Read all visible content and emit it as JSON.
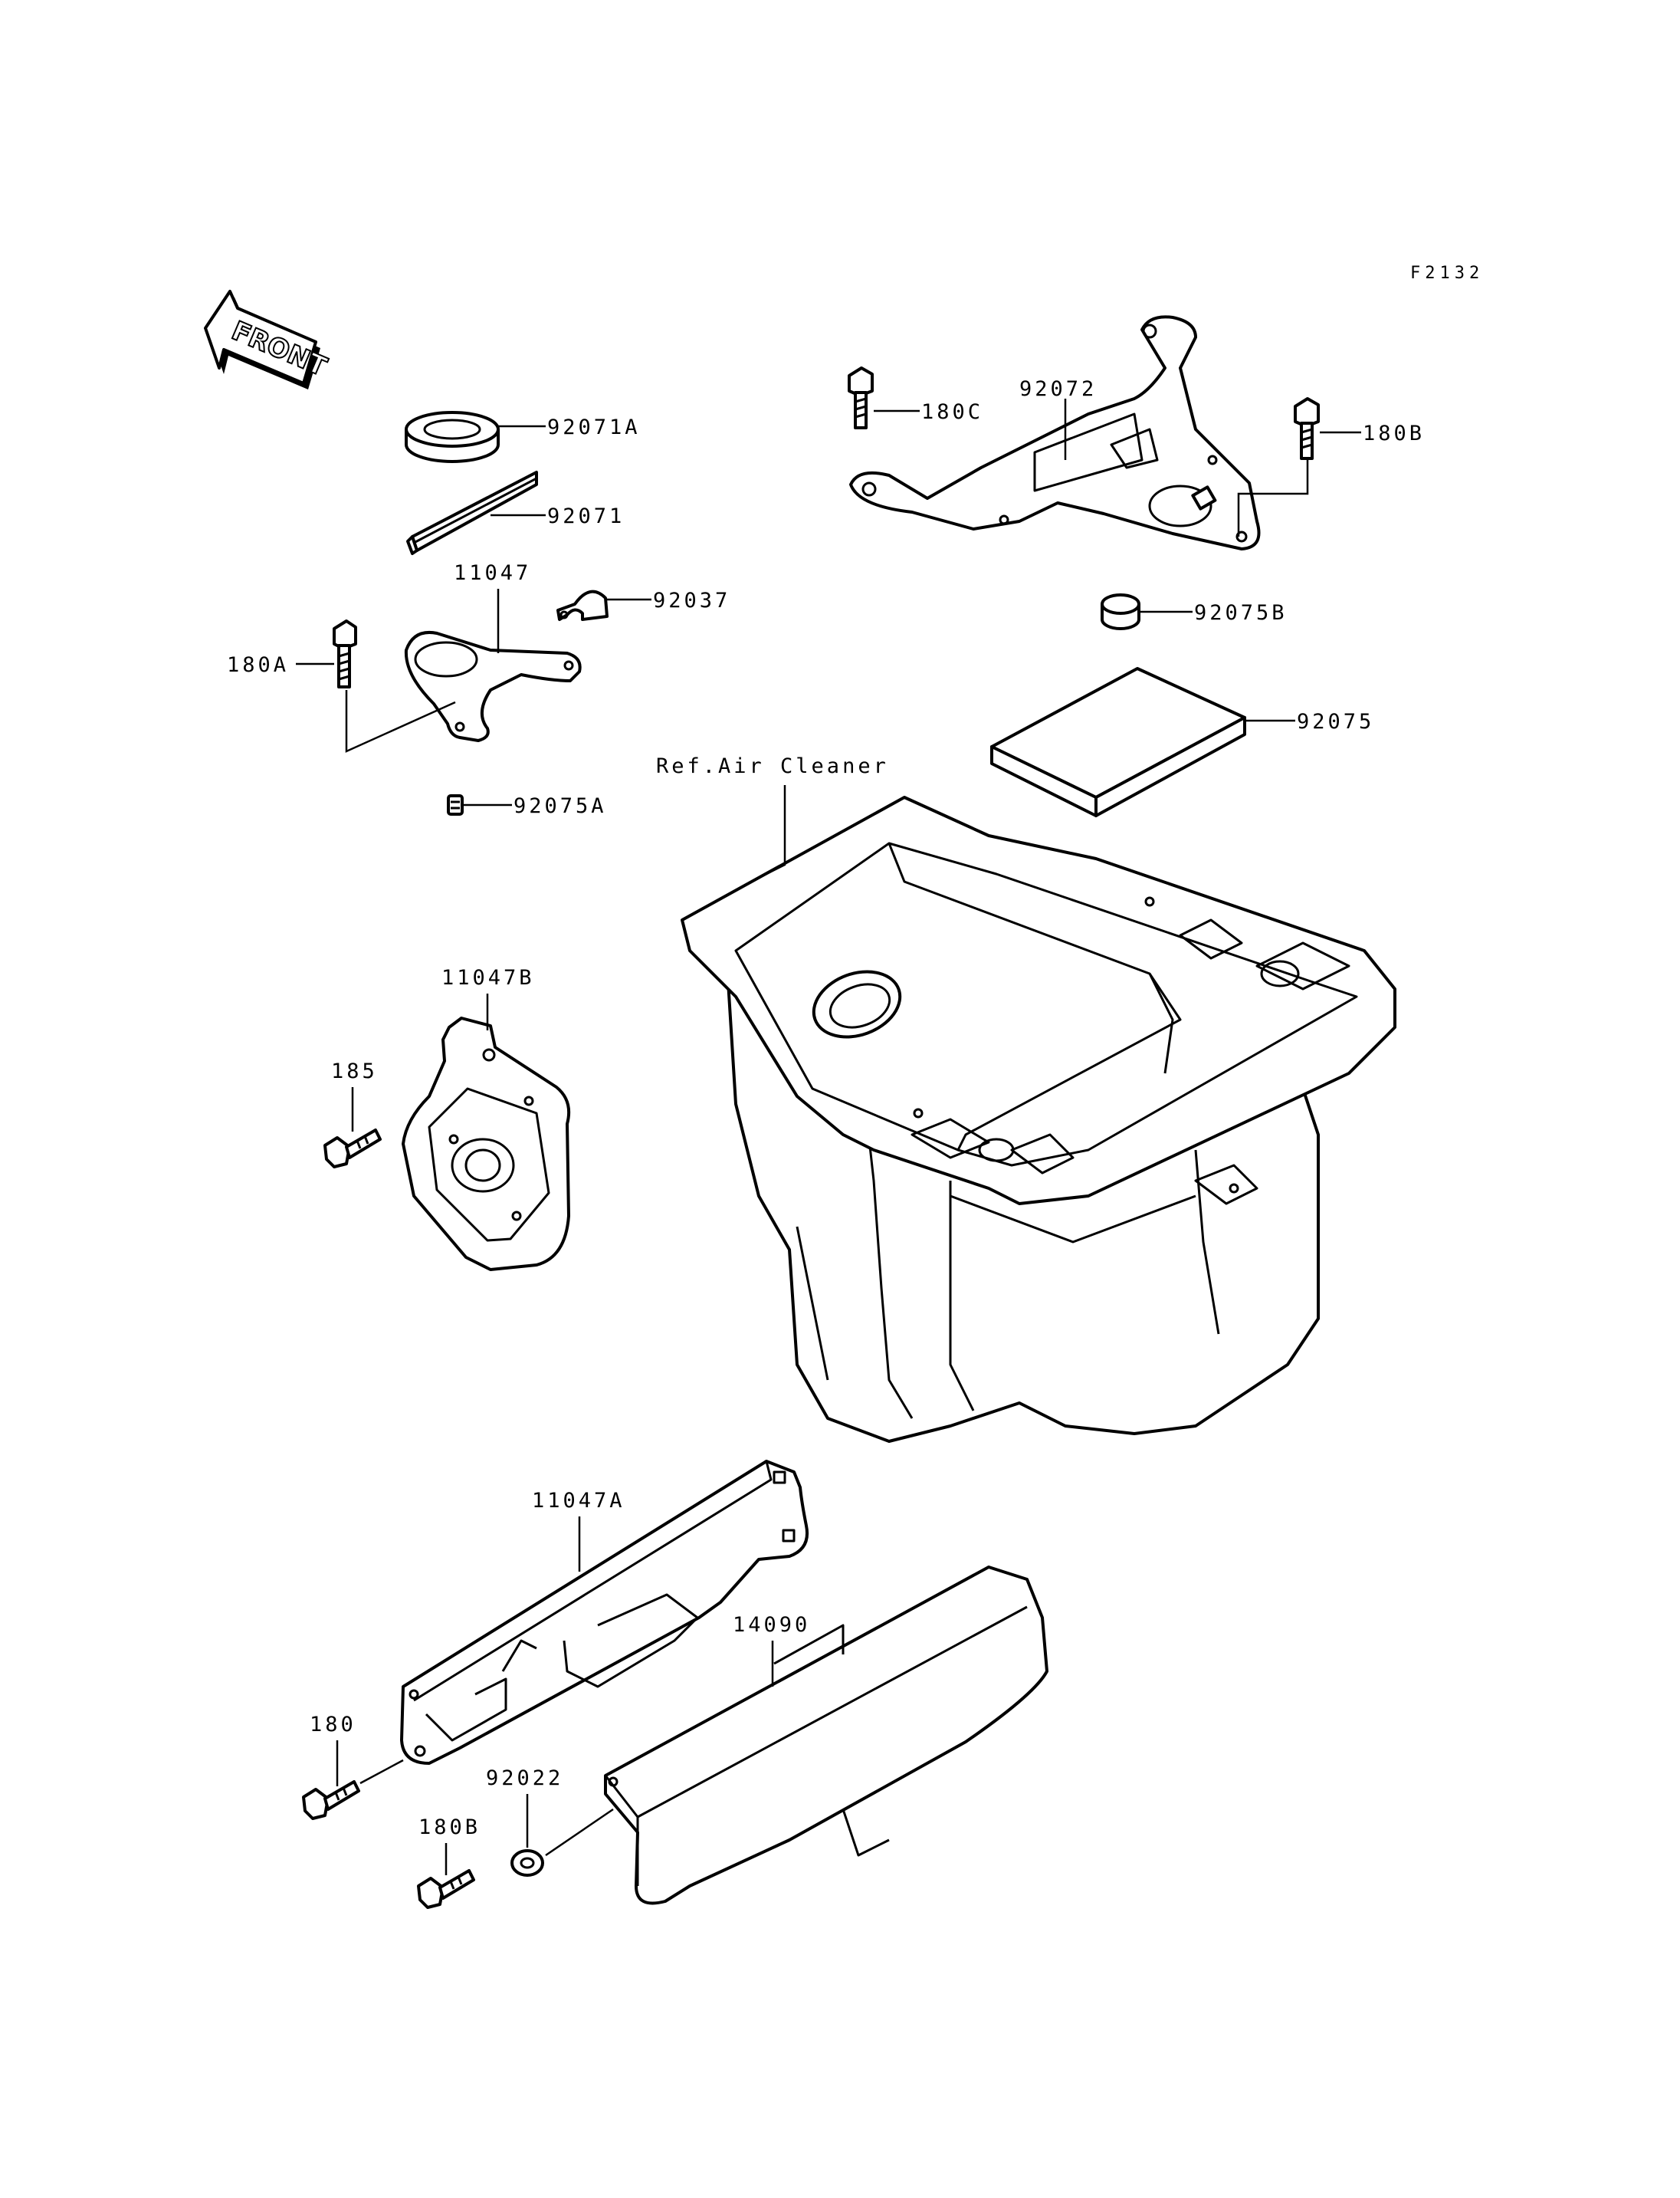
{
  "figure_id": "F2132",
  "front_label": "FRONT",
  "labels": {
    "p92071A": "92071A",
    "p92071": "92071",
    "p11047": "11047",
    "p92037": "92037",
    "p180A": "180A",
    "p92075A": "92075A",
    "p180C": "180C",
    "p92072": "92072",
    "p180B_top": "180B",
    "p92075B": "92075B",
    "p92075": "92075",
    "ref_air_cleaner": "Ref.Air Cleaner",
    "p11047B": "11047B",
    "p185": "185",
    "p11047A": "11047A",
    "p14090": "14090",
    "p180": "180",
    "p92022": "92022",
    "p180B_bottom": "180B"
  }
}
